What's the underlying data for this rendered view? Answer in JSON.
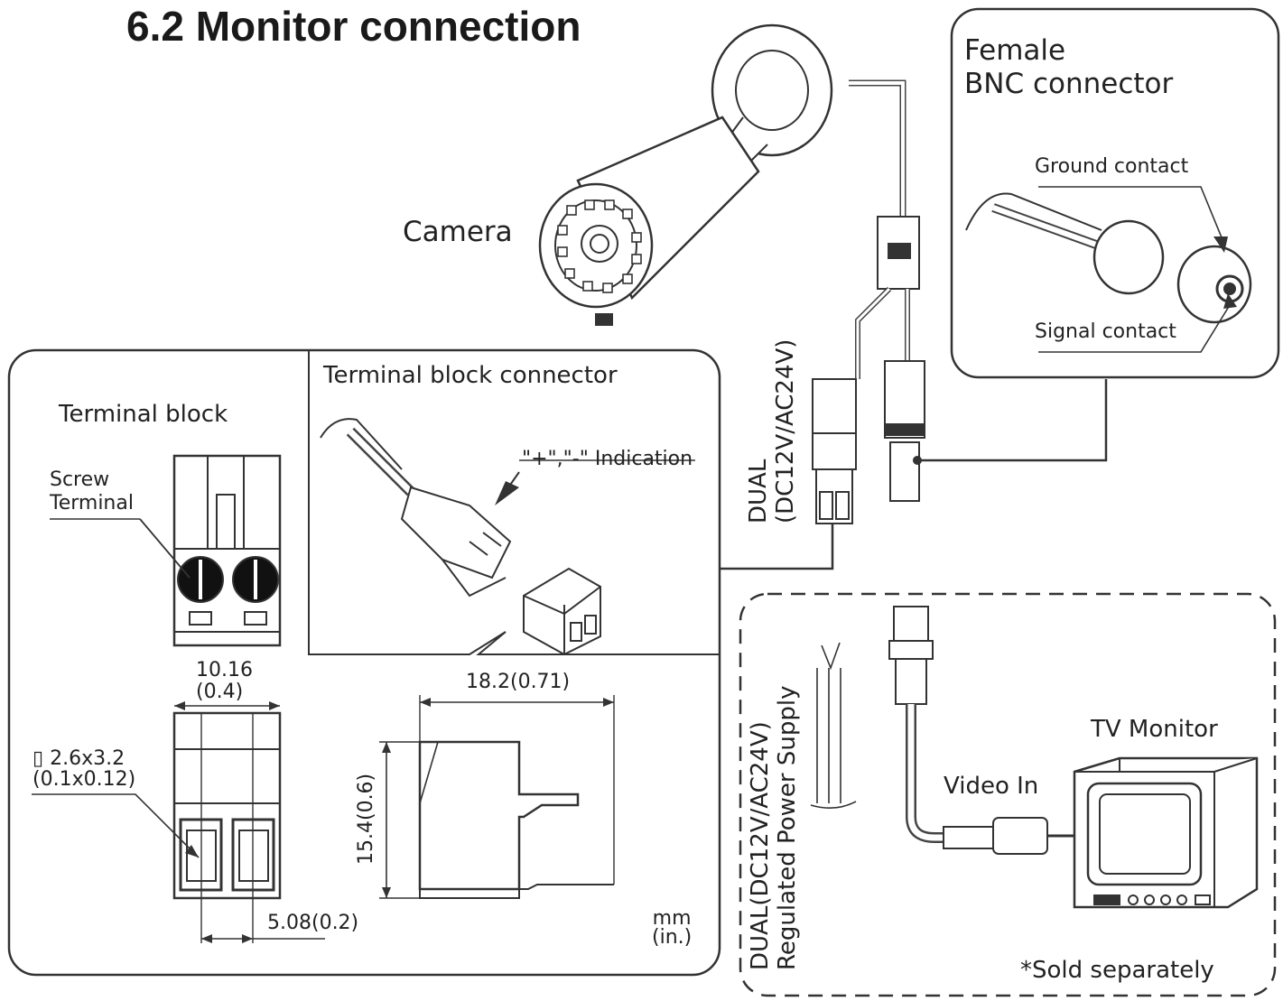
{
  "title": "6.2 Monitor connection",
  "labels": {
    "camera": "Camera",
    "bnc_line1": "Female",
    "bnc_line2": "BNC connector",
    "ground_contact": "Ground contact",
    "signal_contact": "Signal contact",
    "terminal_block": "Terminal block",
    "terminal_block_connector": "Terminal block connector",
    "screw_line1": "Screw",
    "screw_line2": "Terminal",
    "indication": "\"+\",\"-\" Indication",
    "dual_line1": "DUAL",
    "dual_line2": "(DC12V/AC24V)",
    "psu_line1": "DUAL(DC12V/AC24V)",
    "psu_line2": "Regulated Power Supply",
    "tv_monitor": "TV Monitor",
    "video_in": "Video In",
    "sold_separately": "*Sold separately",
    "unit_line1": "mm",
    "unit_line2": "(in.)"
  },
  "dimensions": {
    "width_top_line1": "10.16",
    "width_top_line2": "(0.4)",
    "hole_line1": "▯ 2.6x3.2",
    "hole_line2": "(0.1x0.12)",
    "pitch": "5.08(0.2)",
    "connector_length": "18.2(0.71)",
    "connector_height": "15.4(0.6)"
  }
}
